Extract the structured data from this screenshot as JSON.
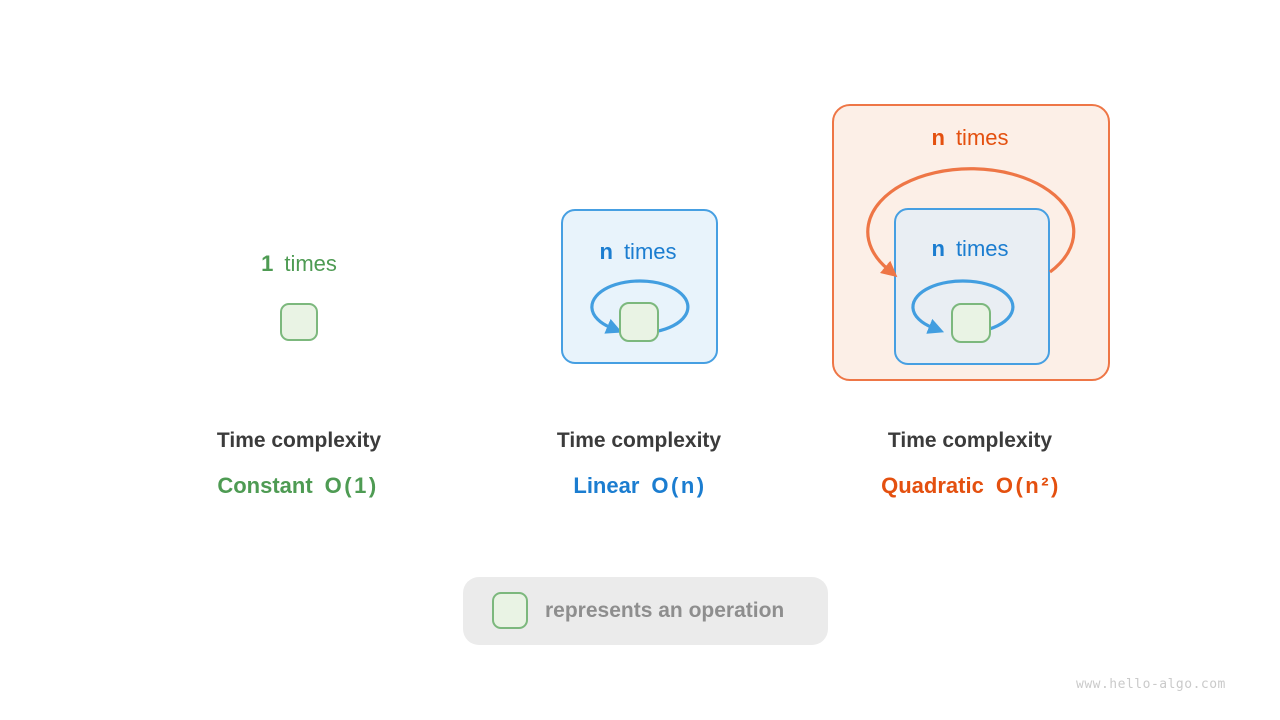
{
  "panels": [
    {
      "loop_count": "1",
      "loop_word": "times",
      "title": "Time complexity",
      "complexity_name": "Constant",
      "complexity_big_o": "O(1)",
      "accent_color": "#4E9B53"
    },
    {
      "loop_count": "n",
      "loop_word": "times",
      "title": "Time complexity",
      "complexity_name": "Linear",
      "complexity_big_o": "O(n)",
      "accent_color": "#1B7DD0"
    },
    {
      "outer_loop_count": "n",
      "outer_loop_word": "times",
      "inner_loop_count": "n",
      "inner_loop_word": "times",
      "title": "Time complexity",
      "complexity_name": "Quadratic",
      "complexity_big_o": "O(n²)",
      "accent_color": "#E4500F"
    }
  ],
  "legend": {
    "label": "represents an operation"
  },
  "watermark": "www.hello-algo.com",
  "colors": {
    "green_text": "#4E9B53",
    "green_box_border": "#7CB87D",
    "green_box_fill": "#E9F3E4",
    "blue_text": "#1B7DD0",
    "blue_stroke": "#429EE0",
    "blue_box_fill_light": "#E8F3FB",
    "blue_box_fill_gray": "#E9EEF3",
    "orange_text": "#E4500F",
    "orange_stroke": "#EE7646",
    "orange_box_fill": "#FCEFE7",
    "title_text": "#3B3B3B",
    "legend_bg": "#EBEBEB",
    "legend_text": "#8E8E8E",
    "watermark_text": "#CACACA"
  }
}
